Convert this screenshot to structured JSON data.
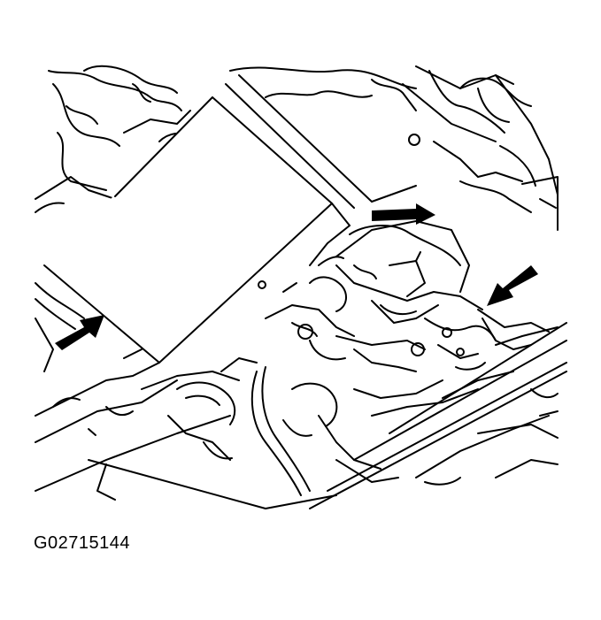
{
  "figure": {
    "code": "G02715144",
    "callouts": [
      {
        "name": "left-arrow",
        "direction": "up-right"
      },
      {
        "name": "upper-arrow",
        "direction": "right"
      },
      {
        "name": "right-arrow",
        "direction": "down-left"
      }
    ],
    "colors": {
      "ink": "#000000",
      "paper": "#ffffff"
    }
  }
}
